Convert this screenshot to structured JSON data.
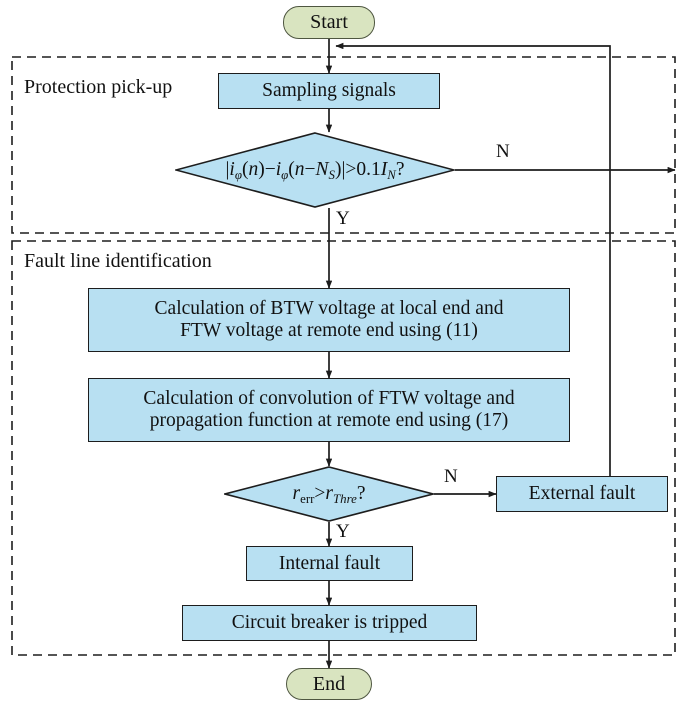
{
  "diagram": {
    "title": "Protection and fault line identification flowchart",
    "colors": {
      "process_fill": "#b8e0f2",
      "terminal_fill": "#d9e4c0",
      "line": "#1d1d1d",
      "background": "#ffffff"
    },
    "sections": [
      {
        "label": "Protection pick-up"
      },
      {
        "label": "Fault line identification"
      }
    ],
    "terminals": {
      "start": "Start",
      "end": "End"
    },
    "nodes": {
      "sampling": "Sampling signals",
      "calc_btw_line1": "Calculation of BTW voltage at local end and",
      "calc_btw_line2": "FTW voltage at remote end using (11)",
      "calc_conv_line1": "Calculation of convolution of FTW voltage and",
      "calc_conv_line2": "propagation function at remote end using (17)",
      "external_fault": "External fault",
      "internal_fault": "Internal fault",
      "breaker": "Circuit breaker is tripped"
    },
    "decisions": {
      "pickup_condition": "|i_φ(n)−i_φ(n−N_S)|>0.1I_N?",
      "ratio_condition": "r_err>r_Thre?"
    },
    "branch_labels": {
      "pickup_no": "N",
      "pickup_yes": "Y",
      "ratio_no": "N",
      "ratio_yes": "Y"
    }
  }
}
